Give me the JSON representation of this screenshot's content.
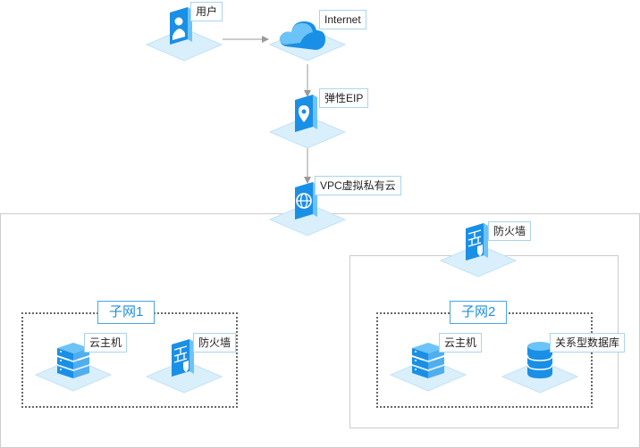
{
  "nodes": {
    "user": "用户",
    "internet": "Internet",
    "eip": "弹性EIP",
    "vpc": "VPC虚拟私有云",
    "firewall_zone": "防火墙",
    "server1": "云主机",
    "firewall1": "防火墙",
    "server2": "云主机",
    "rds": "关系型数据库"
  },
  "subnets": {
    "subnet1": "子网1",
    "subnet2": "子网2"
  },
  "colors": {
    "platform": "#d9effc",
    "icon_blue": "#1a8fe6",
    "icon_light": "#6cc3f7",
    "arrow": "#9a9a9a",
    "subnet_text": "#1f8fdc"
  }
}
